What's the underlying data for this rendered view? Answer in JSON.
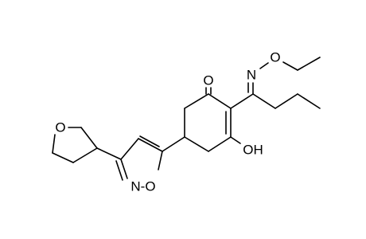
{
  "molecule": {
    "atom_labels": {
      "ketone_o": "O",
      "oxime_n": "N",
      "oxime_o": "O",
      "hydroxyl": "OH",
      "isoxazole_n_o": "N-O",
      "thf_o": "O"
    }
  }
}
